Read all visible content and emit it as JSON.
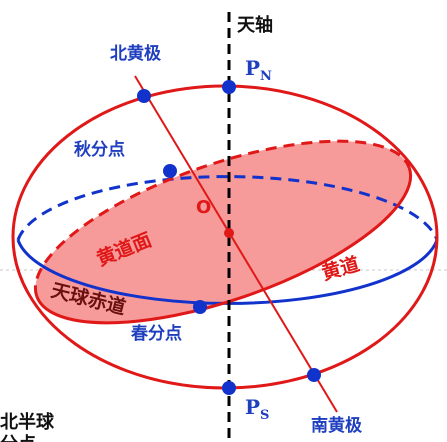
{
  "labels": {
    "axis": "天轴",
    "north_ecliptic_pole": "北黄极",
    "south_ecliptic_pole": "南黄极",
    "north_celestial_pole": "P",
    "north_celestial_pole_sub": "N",
    "south_celestial_pole": "P",
    "south_celestial_pole_sub": "S",
    "autumn_equinox": "秋分点",
    "spring_equinox": "春分点",
    "center": "O",
    "ecliptic_plane": "黄道面",
    "ecliptic": "黄道",
    "celestial_equator": "天球赤道",
    "corner_line1": "北半球",
    "corner_line2": "分点"
  },
  "colors": {
    "sphere": "#e01818",
    "equator": "#1133cc",
    "ecliptic_fill": "#f79a9a",
    "point": "#1133cc",
    "axis": "#000000",
    "guide": "#bbbbbb"
  }
}
